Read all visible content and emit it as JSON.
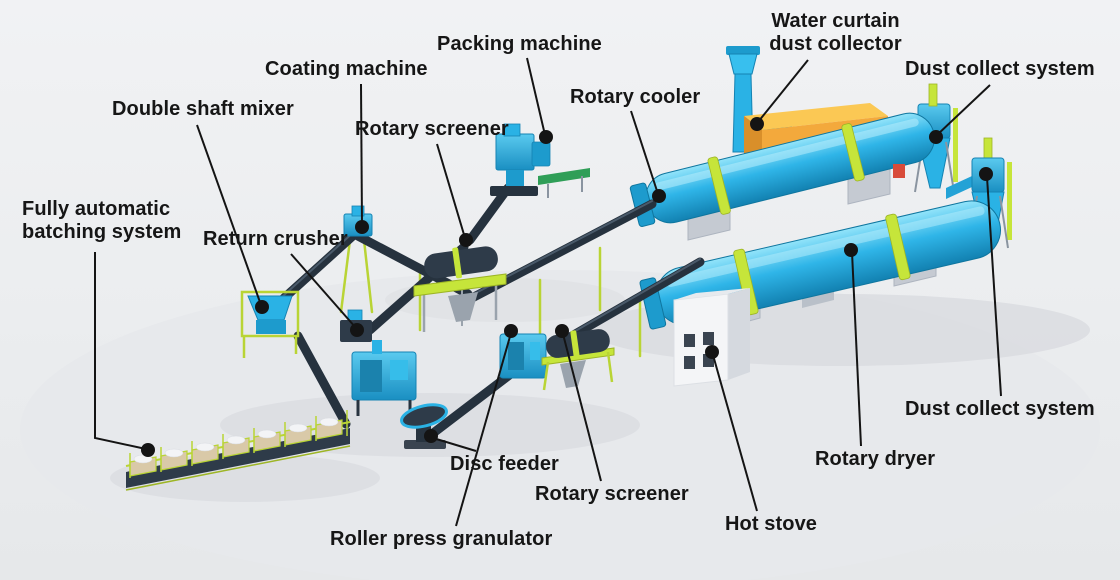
{
  "palette": {
    "background": "#eceef0",
    "machine_cyan": "#2ab2e5",
    "machine_cyan_dark": "#1583b3",
    "accent_lime": "#c6e53a",
    "conveyor_dark": "#26323e",
    "hot_box_orange": "#f3a93c",
    "concrete_gray": "#c5cad2",
    "label_color": "#161616"
  },
  "labels": [
    {
      "id": "fully-automatic-batching-system",
      "text": "Fully automatic\nbatching system"
    },
    {
      "id": "double-shaft-mixer",
      "text": "Double shaft mixer"
    },
    {
      "id": "return-crusher",
      "text": "Return crusher"
    },
    {
      "id": "coating-machine",
      "text": "Coating machine"
    },
    {
      "id": "rotary-screener-top",
      "text": "Rotary screener"
    },
    {
      "id": "packing-machine",
      "text": "Packing machine"
    },
    {
      "id": "rotary-cooler",
      "text": "Rotary cooler"
    },
    {
      "id": "water-curtain-dust-collector",
      "text": "Water curtain\ndust collector"
    },
    {
      "id": "dust-collect-system-top",
      "text": "Dust collect system"
    },
    {
      "id": "dust-collect-system-bottom",
      "text": "Dust collect system"
    },
    {
      "id": "rotary-dryer",
      "text": "Rotary dryer"
    },
    {
      "id": "hot-stove",
      "text": "Hot stove"
    },
    {
      "id": "rotary-screener-bottom",
      "text": "Rotary screener"
    },
    {
      "id": "disc-feeder",
      "text": "Disc feeder"
    },
    {
      "id": "roller-press-granulator",
      "text": "Roller press granulator"
    }
  ]
}
